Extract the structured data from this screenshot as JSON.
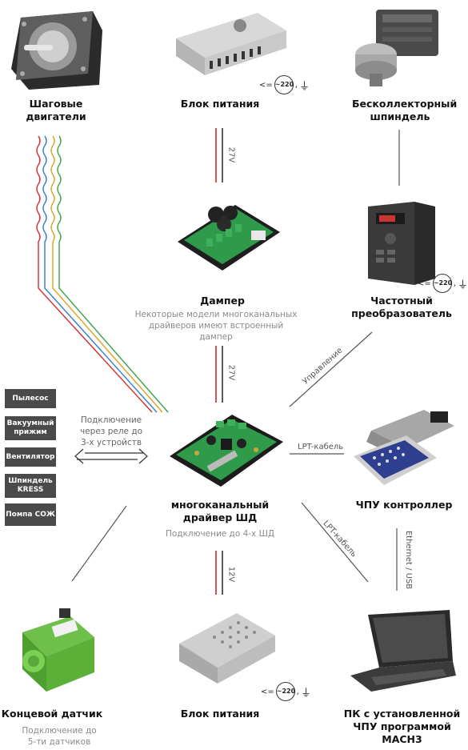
{
  "nodes": {
    "stepper": {
      "label": "Шаговые двигатели"
    },
    "psu_top": {
      "label": "Блок питания"
    },
    "spindle": {
      "label": "Бесколлекторный шпиндель"
    },
    "damper": {
      "label": "Дампер",
      "note": "Некоторые модели многоканальных драйверов имеют встроенный дампер"
    },
    "vfd": {
      "label": "Частотный преобразователь"
    },
    "driver": {
      "label": "многоканальный драйвер ШД",
      "note": "Подключение до 4-х ШД"
    },
    "cnc": {
      "label": "ЧПУ контроллер"
    },
    "endstop": {
      "label": "Концевой датчик",
      "note": "Подключение до 5-ти датчиков"
    },
    "psu_bottom": {
      "label": "Блок питания"
    },
    "pc": {
      "label": "ПК с установленной ЧПУ программой MACH3"
    }
  },
  "edges": {
    "v27_top": "27V",
    "v27_mid": "27V",
    "v12": "12V",
    "control": "Управление",
    "lpt1": "LPT-кабель",
    "lpt2": "LPT-кабель",
    "ethernet": "Ethernet / USB",
    "relay": "Подключение через реле до 3-х устройств"
  },
  "power": {
    "arrow": "<=",
    "mains": "~220",
    "ground": "⏚",
    "sep": ","
  },
  "relay_devices": [
    "Пылесос",
    "Вакуумный прижим",
    "Вентилятор",
    "Шпиндель KRESS",
    "Помпа СОЖ"
  ],
  "icons": [
    "stepper-motor-image",
    "power-supply-image",
    "spindle-image",
    "damper-board-image",
    "vfd-image",
    "driver-board-image",
    "lpt-connector-image",
    "inductive-sensor-image",
    "laptop-image"
  ]
}
